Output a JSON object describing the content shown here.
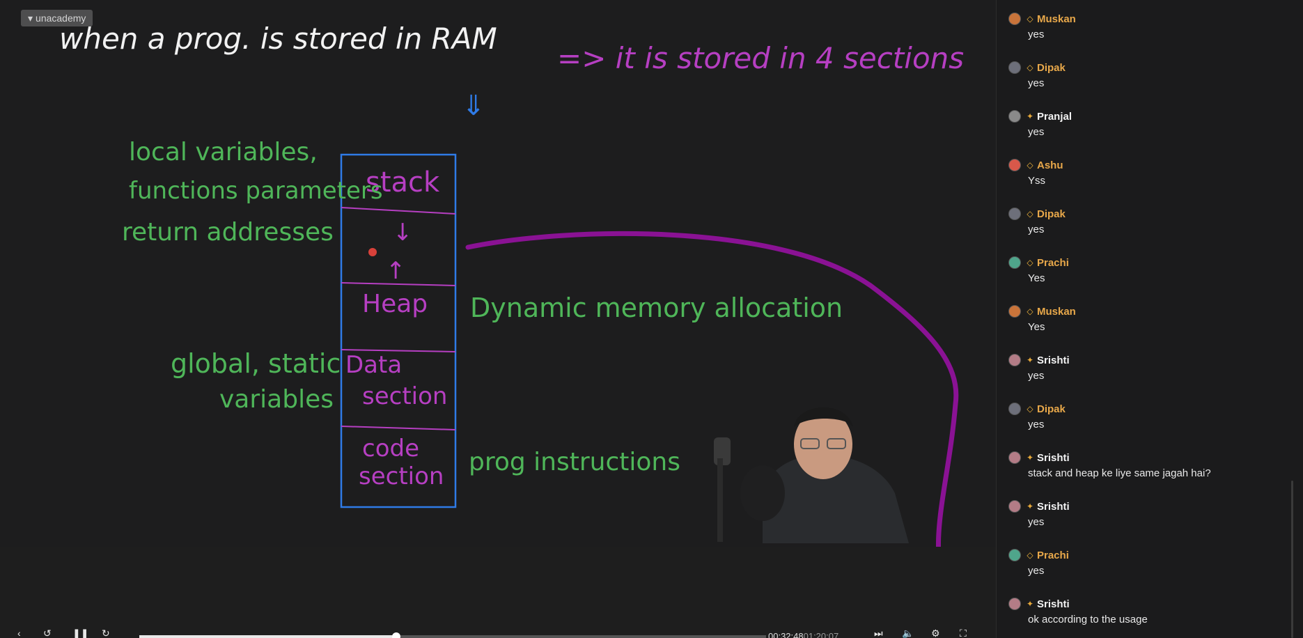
{
  "player": {
    "brand_label": "unacademy",
    "time_current": "00:32:48",
    "time_total": "01:20:07",
    "progress_fraction": 0.41
  },
  "board": {
    "line1_white": "when a prog. is stored in RAM",
    "line1_magenta": "=> it is stored in 4 sections",
    "down_arrow": "⇓",
    "memory_blocks": [
      "stack",
      "Heap",
      "Data section",
      "code section"
    ],
    "stack_arrows": [
      "↓",
      "↑"
    ],
    "left_notes": [
      "local variables,",
      "functions parameters",
      "return addresses"
    ],
    "global_notes": [
      "global, static",
      "variables"
    ],
    "heap_note": "Dynamic memory allocation",
    "code_note": "prog instructions"
  },
  "chat": {
    "messages": [
      {
        "name": "Muskan",
        "text": "yes",
        "badge": "plus",
        "avatar_color": "#c9743a"
      },
      {
        "name": "Dipak",
        "text": "yes",
        "badge": "plus",
        "avatar_color": "#6d6f7a"
      },
      {
        "name": "Pranjal",
        "text": "yes",
        "badge": "spark",
        "avatar_color": "#8a8a8a"
      },
      {
        "name": "Ashu",
        "text": "Yss",
        "badge": "plus",
        "avatar_color": "#d8584a"
      },
      {
        "name": "Dipak",
        "text": "yes",
        "badge": "plus",
        "avatar_color": "#6d6f7a"
      },
      {
        "name": "Prachi",
        "text": "Yes",
        "badge": "plus",
        "avatar_color": "#4fa58b"
      },
      {
        "name": "Muskan",
        "text": "Yes",
        "badge": "plus",
        "avatar_color": "#c9743a"
      },
      {
        "name": "Srishti",
        "text": "yes",
        "badge": "spark",
        "avatar_color": "#b37c86"
      },
      {
        "name": "Dipak",
        "text": "yes",
        "badge": "plus",
        "avatar_color": "#6d6f7a"
      },
      {
        "name": "Srishti",
        "text": "stack and heap ke liye same jagah hai?",
        "badge": "spark",
        "avatar_color": "#b37c86"
      },
      {
        "name": "Srishti",
        "text": "yes",
        "badge": "spark",
        "avatar_color": "#b37c86"
      },
      {
        "name": "Prachi",
        "text": "yes",
        "badge": "plus",
        "avatar_color": "#4fa58b"
      },
      {
        "name": "Srishti",
        "text": "ok according to the usage",
        "badge": "spark",
        "avatar_color": "#b37c86"
      }
    ]
  },
  "colors": {
    "ink_white": "#f2f2f2",
    "ink_magenta": "#b63fc2",
    "ink_green": "#4fb659",
    "ink_blue": "#2f7be7",
    "arrow_purple": "#8a1294"
  }
}
